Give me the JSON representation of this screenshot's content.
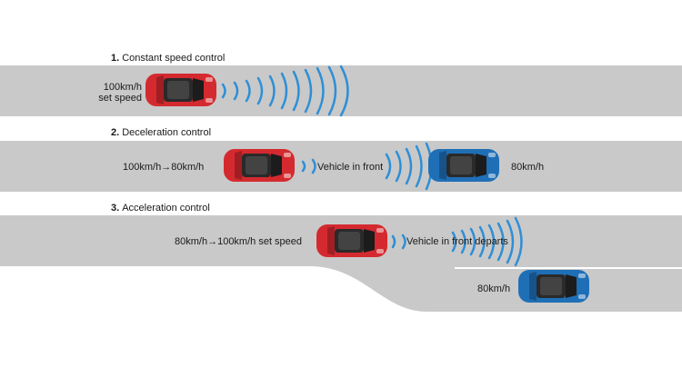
{
  "sections": [
    {
      "number": "1.",
      "title": "Constant speed control",
      "speed_label_line1": "100km/h",
      "speed_label_line2": "set speed"
    },
    {
      "number": "2.",
      "title": "Deceleration control",
      "speed_from": "100km/h",
      "speed_to": "80km/h",
      "vehicle_label": "Vehicle in front",
      "front_speed": "80km/h"
    },
    {
      "number": "3.",
      "title": "Acceleration control",
      "speed_from": "80km/h",
      "speed_to": "100km/h set speed",
      "vehicle_label": "Vehicle in front departs",
      "front_speed": "80km/h"
    }
  ],
  "colors": {
    "road": "#c9c9c9",
    "lane_line": "#ffffff",
    "own_car": "#d42a2f",
    "front_car": "#1f6fb7",
    "radar": "#2e8fd6"
  },
  "icons": {
    "own_car": "red-car-icon",
    "front_car": "blue-car-icon",
    "radar_waves": "radar-wave-icon",
    "arrow": "right-arrow-icon"
  }
}
